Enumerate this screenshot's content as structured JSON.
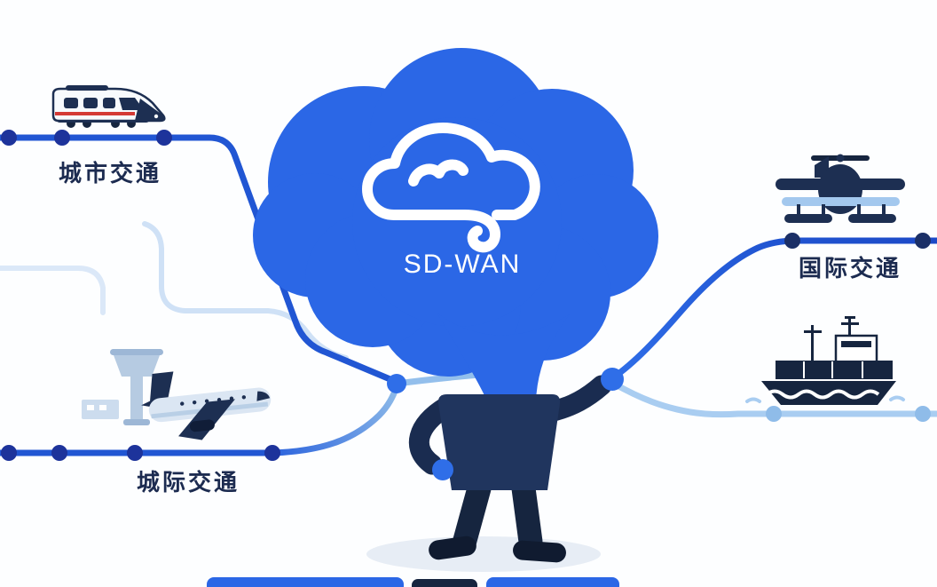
{
  "illustration": {
    "center_label": "SD-WAN",
    "labels": {
      "city": "城市交通",
      "intercity": "城际交通",
      "international": "国际交通"
    },
    "icons": [
      "high-speed-train-icon",
      "airport-icon",
      "cloud-brain-icon",
      "cloud-icon",
      "person-figure",
      "seaplane-icon",
      "cargo-ship-icon"
    ]
  },
  "colors": {
    "background": "#fdfeff",
    "cloud_blue": "#2b67e6",
    "route_blue_dark": "#2156d3",
    "route_blue_right_end": "#1c49c7",
    "route_light": "#a9cdf1",
    "route_faint": "#cfe1f6",
    "dot_navy": "#1d339b",
    "dot_dark": "#1b2f66",
    "dot_light": "#8fbce9",
    "node_blue": "#2f6ee8",
    "figure_navy": "#20355e",
    "icon_navy": "#1d2f52",
    "shadow": "#e7edf5",
    "label_text": "#1c2b50",
    "accent_red": "#d43a35"
  }
}
